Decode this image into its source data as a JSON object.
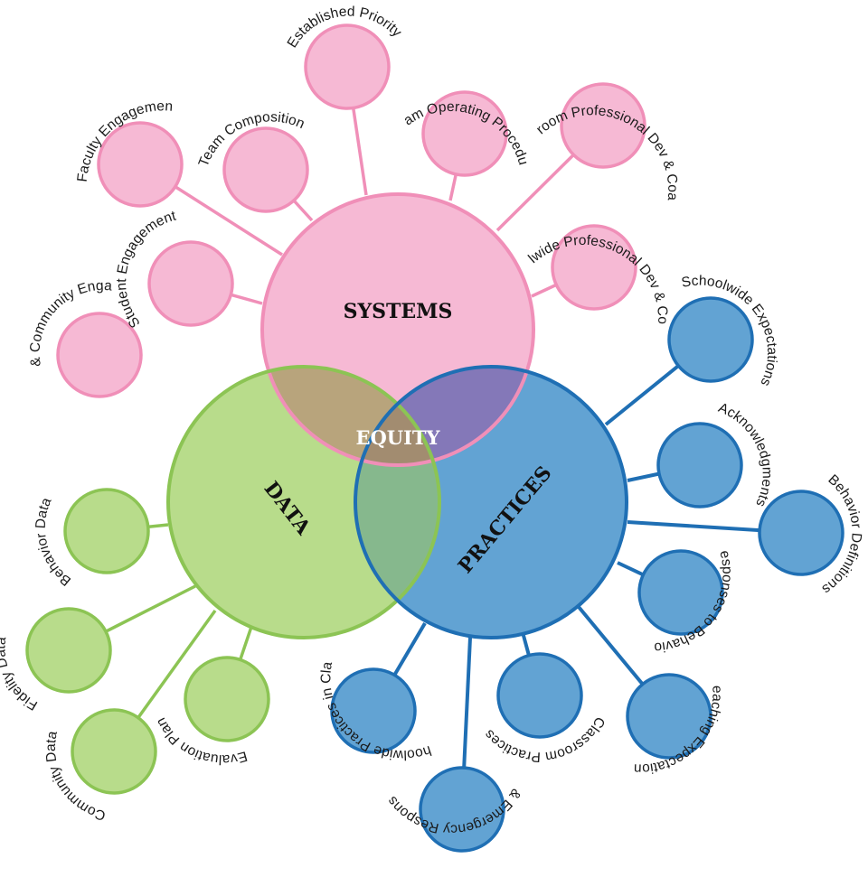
{
  "colors": {
    "systems_fill": "#f6b9d4",
    "systems_stroke": "#f08fb8",
    "data_fill": "#b8dc8b",
    "data_stroke": "#8cc454",
    "practices_fill": "#62a3d3",
    "practices_stroke": "#1f6fb4",
    "overlap_sys_data": "#b8a47c",
    "overlap_sys_prac": "#8478b8",
    "overlap_data_prac": "#86b88d",
    "overlap_center": "#a28c70"
  },
  "hubs": {
    "systems": "SYSTEMS",
    "data": "DATA",
    "practices": "PRACTICES",
    "equity": "EQUITY"
  },
  "spokes": {
    "systems": [
      "Family & Community Engagement",
      "Student Engagement",
      "Faculty Engagement",
      "Team Composition",
      "Established Priority",
      "Team Operating Procedures",
      "Classroom Professional Dev & Coaching",
      "Schoolwide Professional Dev & Coaching"
    ],
    "data": [
      "Behavior Data",
      "Fidelity Data",
      "Community Data",
      "Evaluation Plan"
    ],
    "practices": [
      "Schoolwide Expectations",
      "Acknowledgments",
      "Behavior Definitions",
      "Responses to Behavior",
      "Teaching Expectations",
      "Classroom Practices",
      "Crisis & Emergency Response Plan",
      "Schoolwide Practices in Class"
    ]
  }
}
